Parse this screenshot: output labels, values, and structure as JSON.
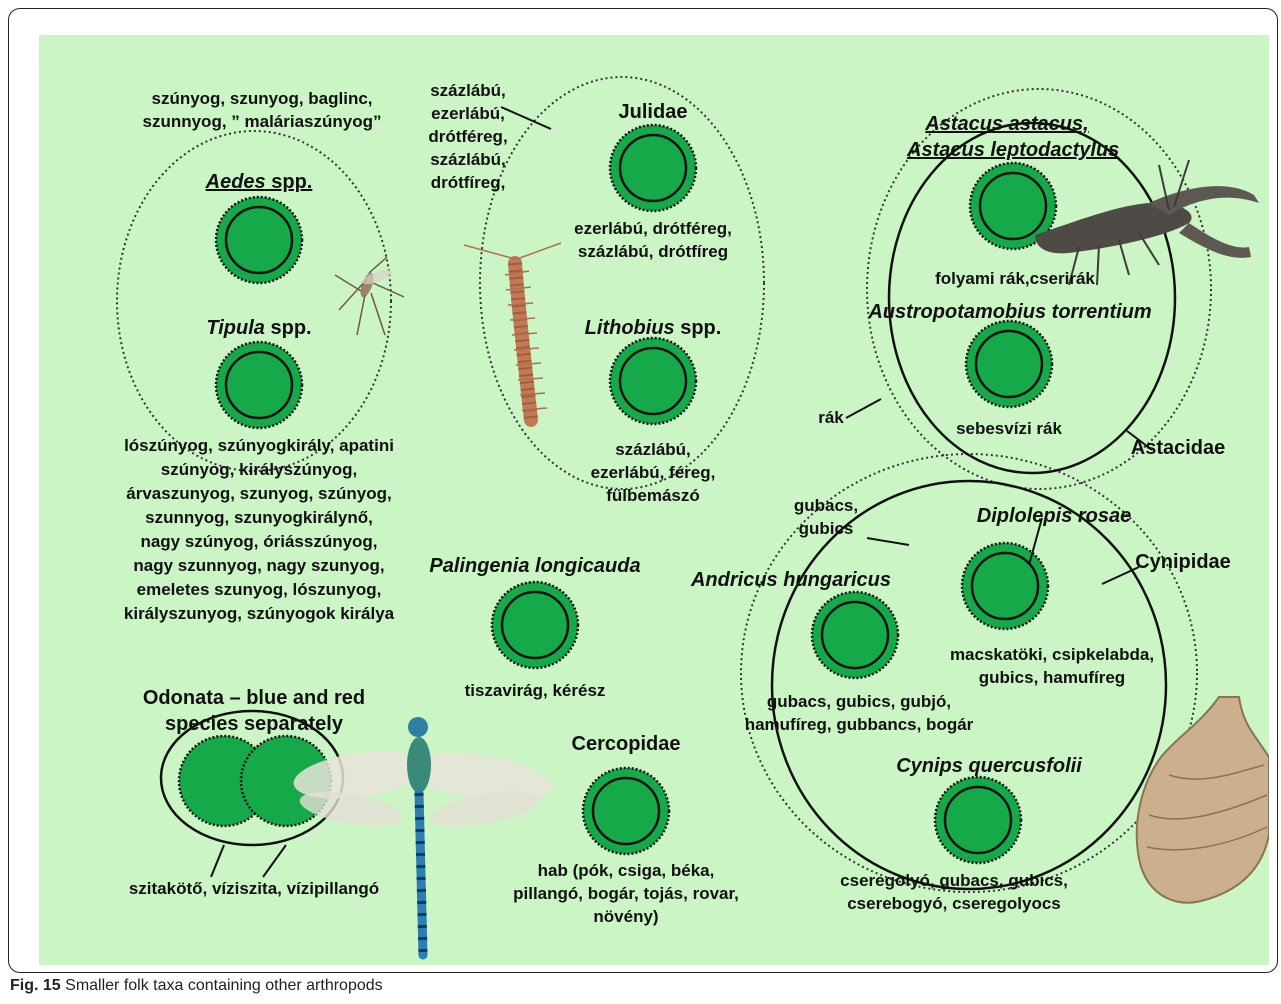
{
  "caption": {
    "label": "Fig. 15",
    "text": "Smaller folk taxa containing other arthropods"
  },
  "colors": {
    "background": "#ccf5c6",
    "circle_fill": "#16a94a",
    "line": "#111111"
  },
  "diptera": {
    "folk_names": [
      "szúnyog, szunyog, baglinc,",
      "szunnyog, ” maláriaszúnyog”"
    ],
    "aedes": {
      "genus": "Aedes",
      "suffix": " spp."
    },
    "tipula": {
      "genus": "Tipula",
      "suffix": " spp."
    },
    "tipula_names": [
      "lószúnyog, szúnyogkirály, apatini",
      "szúnyog, királyszúnyog,",
      "árvaszunyog, szunyog, szúnyog,",
      "szunnyog, szunyogkirálynő,",
      "nagy szúnyog, óriásszúnyog,",
      "nagy szunnyog, nagy szunyog,",
      "emeletes szunyog, lószunyog,",
      "királyszunyog, szúnyogok királya"
    ],
    "image": "mosquito-image"
  },
  "myriapoda": {
    "folk_names": [
      "százlábú,",
      "ezerlábú,",
      "drótféreg,",
      "százlábú,",
      "drótfíreg,"
    ],
    "julidae": "Julidae",
    "julidae_names": [
      "ezerlábú, drótféreg,",
      "százlábú, drótfíreg"
    ],
    "lithobius": {
      "genus": "Lithobius",
      "suffix": " spp."
    },
    "lithobius_names": [
      "százlábú,",
      "ezerlábú, féreg,",
      "fülbemászó"
    ],
    "image": "centipede-image"
  },
  "crayfish": {
    "astacus": [
      "Astacus astacus,",
      "Astacus leptodactylus"
    ],
    "astacus_names": "folyami rák,cserirák",
    "austropotamobius": "Austropotamobius torrentium",
    "austropotamobius_names": "sebesvízi rák",
    "rak": "rák",
    "family": "Astacidae",
    "image": "crayfish-image"
  },
  "cynipidae": {
    "folk_names": [
      "gubacs,",
      "gubics"
    ],
    "family": "Cynipidae",
    "diplolepis": "Diplolepis rosae",
    "diplolepis_names": [
      "macskatöki, csipkelabda,",
      "gubics, hamufíreg"
    ],
    "andricus": "Andricus hungaricus",
    "andricus_names": [
      "gubacs, gubics, gubjó,",
      "hamufíreg, gubbancs, bogár"
    ],
    "cynips": "Cynips quercusfolii",
    "cynips_names": [
      "cseregolyó, gubacs, gubics,",
      "cserebogyó, cseregolyocs"
    ],
    "image": "oak-gall-image"
  },
  "palingenia": {
    "name": "Palingenia longicauda",
    "folk_names": "tiszavirág, kérész"
  },
  "cercopidae": {
    "name": "Cercopidae",
    "folk_names": [
      "hab (pók, csiga, béka,",
      "pillangó, bogár, tojás, rovar,",
      "növény)"
    ]
  },
  "odonata": {
    "title": [
      "Odonata – blue and red",
      "species separately"
    ],
    "folk_names": "szitakötő, víziszita, vízipillangó",
    "image": "dragonfly-image"
  }
}
